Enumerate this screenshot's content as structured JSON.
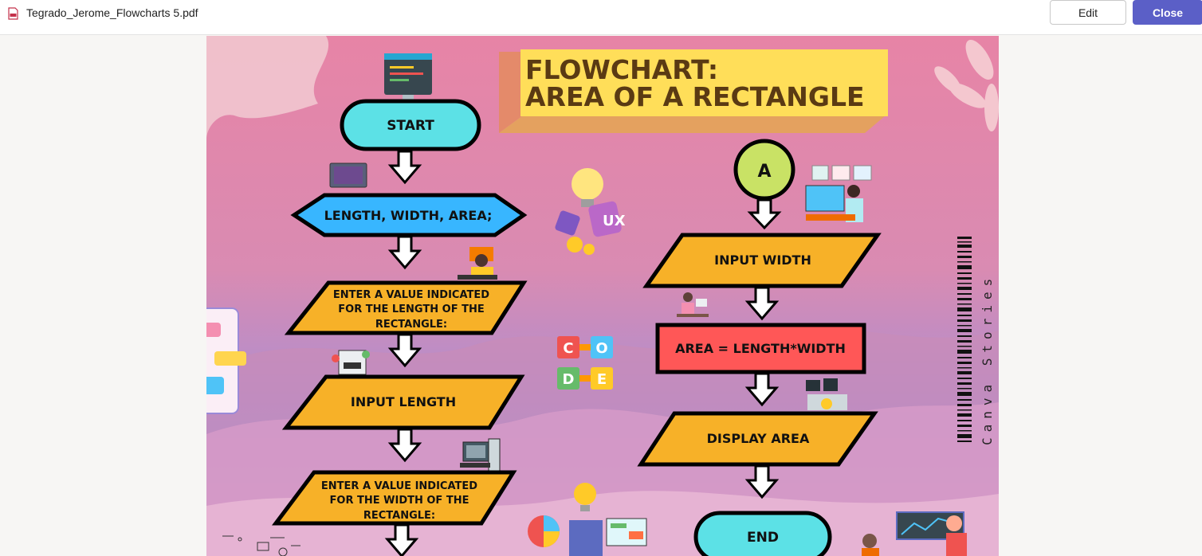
{
  "toolbar": {
    "file_name": "Tegrado_Jerome_Flowcharts 5.pdf",
    "edit_label": "Edit",
    "close_label": "Close",
    "file_icon": "pdf-file-icon"
  },
  "document": {
    "title_line1": "FLOWCHART:",
    "title_line2": "AREA OF A RECTANGLE",
    "start": "START",
    "declare": "LENGTH, WIDTH, AREA;",
    "prompt_length_1": "ENTER A VALUE INDICATED",
    "prompt_length_2": "FOR THE LENGTH OF THE",
    "prompt_length_3": "RECTANGLE:",
    "input_length": "INPUT LENGTH",
    "prompt_width_1": "ENTER A VALUE INDICATED",
    "prompt_width_2": "FOR THE WIDTH OF THE",
    "prompt_width_3": "RECTANGLE:",
    "connector": "A",
    "input_width": "INPUT WIDTH",
    "process": "AREA = LENGTH*WIDTH",
    "display": "DISPLAY AREA",
    "end": "END",
    "barcode_text": "Canva Stories",
    "code_letters": [
      "C",
      "O",
      "D",
      "E"
    ],
    "ux_label": "UX"
  },
  "colors": {
    "accent": "#5b5fc7",
    "terminal": "#5ce1e6",
    "io": "#f7b128",
    "declare": "#38b6ff",
    "process": "#ff5757",
    "connector": "#c9e265",
    "title_bg": "#ffde59"
  }
}
